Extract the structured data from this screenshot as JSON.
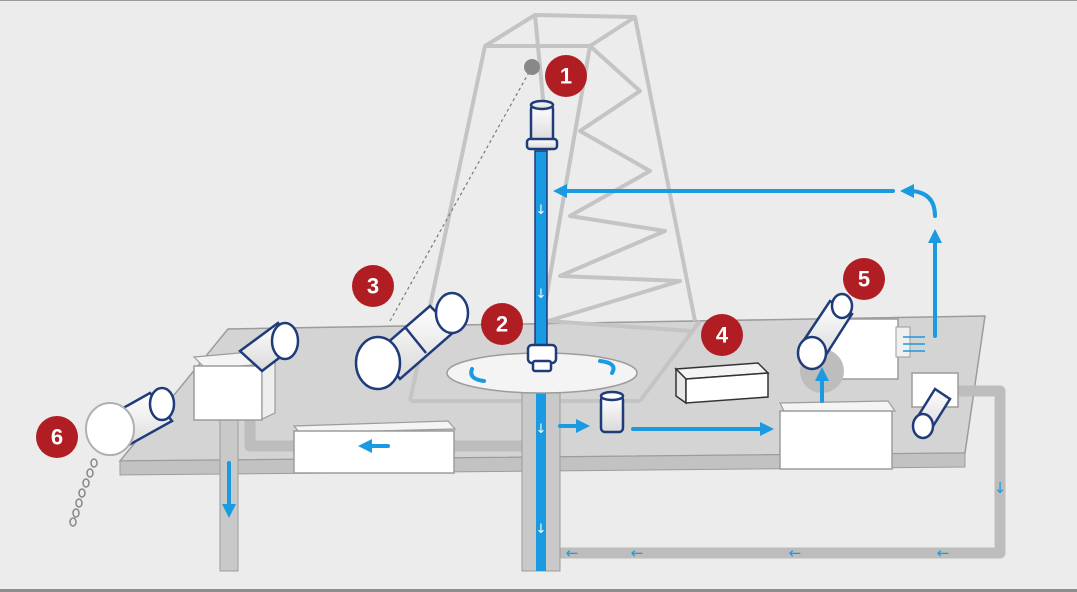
{
  "colors": {
    "background": "#ececec",
    "platform": "#d4d4d4",
    "derrick": "#c7c7c7",
    "pipe_gray": "#bfbfbf",
    "mud_flow": "#1a9ae0",
    "outline_navy": "#1f3b7a",
    "badge": "#b01e23"
  },
  "badges": [
    {
      "id": "1",
      "label": "1"
    },
    {
      "id": "2",
      "label": "2"
    },
    {
      "id": "3",
      "label": "3"
    },
    {
      "id": "4",
      "label": "4"
    },
    {
      "id": "5",
      "label": "5"
    },
    {
      "id": "6",
      "label": "6"
    }
  ],
  "glyphs": {
    "down_arrow": "↓",
    "left_arrow": "←"
  },
  "icons": {
    "swivel": "swivel-icon",
    "rotary_table": "rotary-table-icon",
    "drawworks": "drawworks-drum-icon",
    "generator": "power-generator-icon",
    "mud_pump": "mud-pump-icon",
    "anchor_winch": "anchor-winch-icon",
    "crown_block": "crown-block-icon"
  }
}
